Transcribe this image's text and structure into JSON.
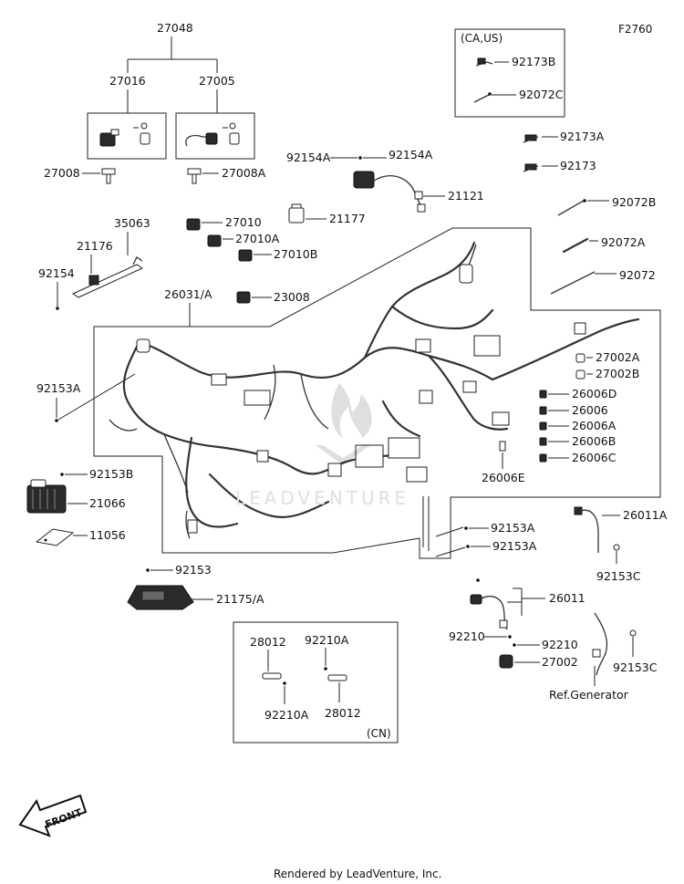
{
  "figure_code": "F2760",
  "footer": "Rendered by LeadVenture, Inc.",
  "watermark": "LEADVENTURE",
  "front_label": "FRONT",
  "ref_generator": "Ref.Generator",
  "boxes": {
    "ca_us": "(CA,US)",
    "cn": "(CN)"
  },
  "labels": {
    "p27048": "27048",
    "p27016": "27016",
    "p27005": "27005",
    "p27008": "27008",
    "p27008A": "27008A",
    "p92173B": "92173B",
    "p92072C": "92072C",
    "p92173A": "92173A",
    "p92173": "92173",
    "p92154A_l": "92154A",
    "p92154A_r": "92154A",
    "p21121": "21121",
    "p21177": "21177",
    "p27010": "27010",
    "p27010A": "27010A",
    "p27010B": "27010B",
    "p35063": "35063",
    "p21176": "21176",
    "p92154": "92154",
    "p92072B": "92072B",
    "p92072A": "92072A",
    "p92072": "92072",
    "p26031A": "26031/A",
    "p23008": "23008",
    "p92153A_l": "92153A",
    "p27002A": "27002A",
    "p27002B": "27002B",
    "p26006D": "26006D",
    "p26006": "26006",
    "p26006A": "26006A",
    "p26006B": "26006B",
    "p26006C": "26006C",
    "p26006E": "26006E",
    "p92153B": "92153B",
    "p21066": "21066",
    "p11056": "11056",
    "p92153A_1": "92153A",
    "p92153A_2": "92153A",
    "p26011A": "26011A",
    "p92153C_1": "92153C",
    "p92153": "92153",
    "p21175A": "21175/A",
    "p26011": "26011",
    "p92210_l": "92210",
    "p92210_r": "92210",
    "p27002": "27002",
    "p92153C_2": "92153C",
    "p28012_a": "28012",
    "p92210A_a": "92210A",
    "p92210A_b": "92210A",
    "p28012_b": "28012"
  }
}
